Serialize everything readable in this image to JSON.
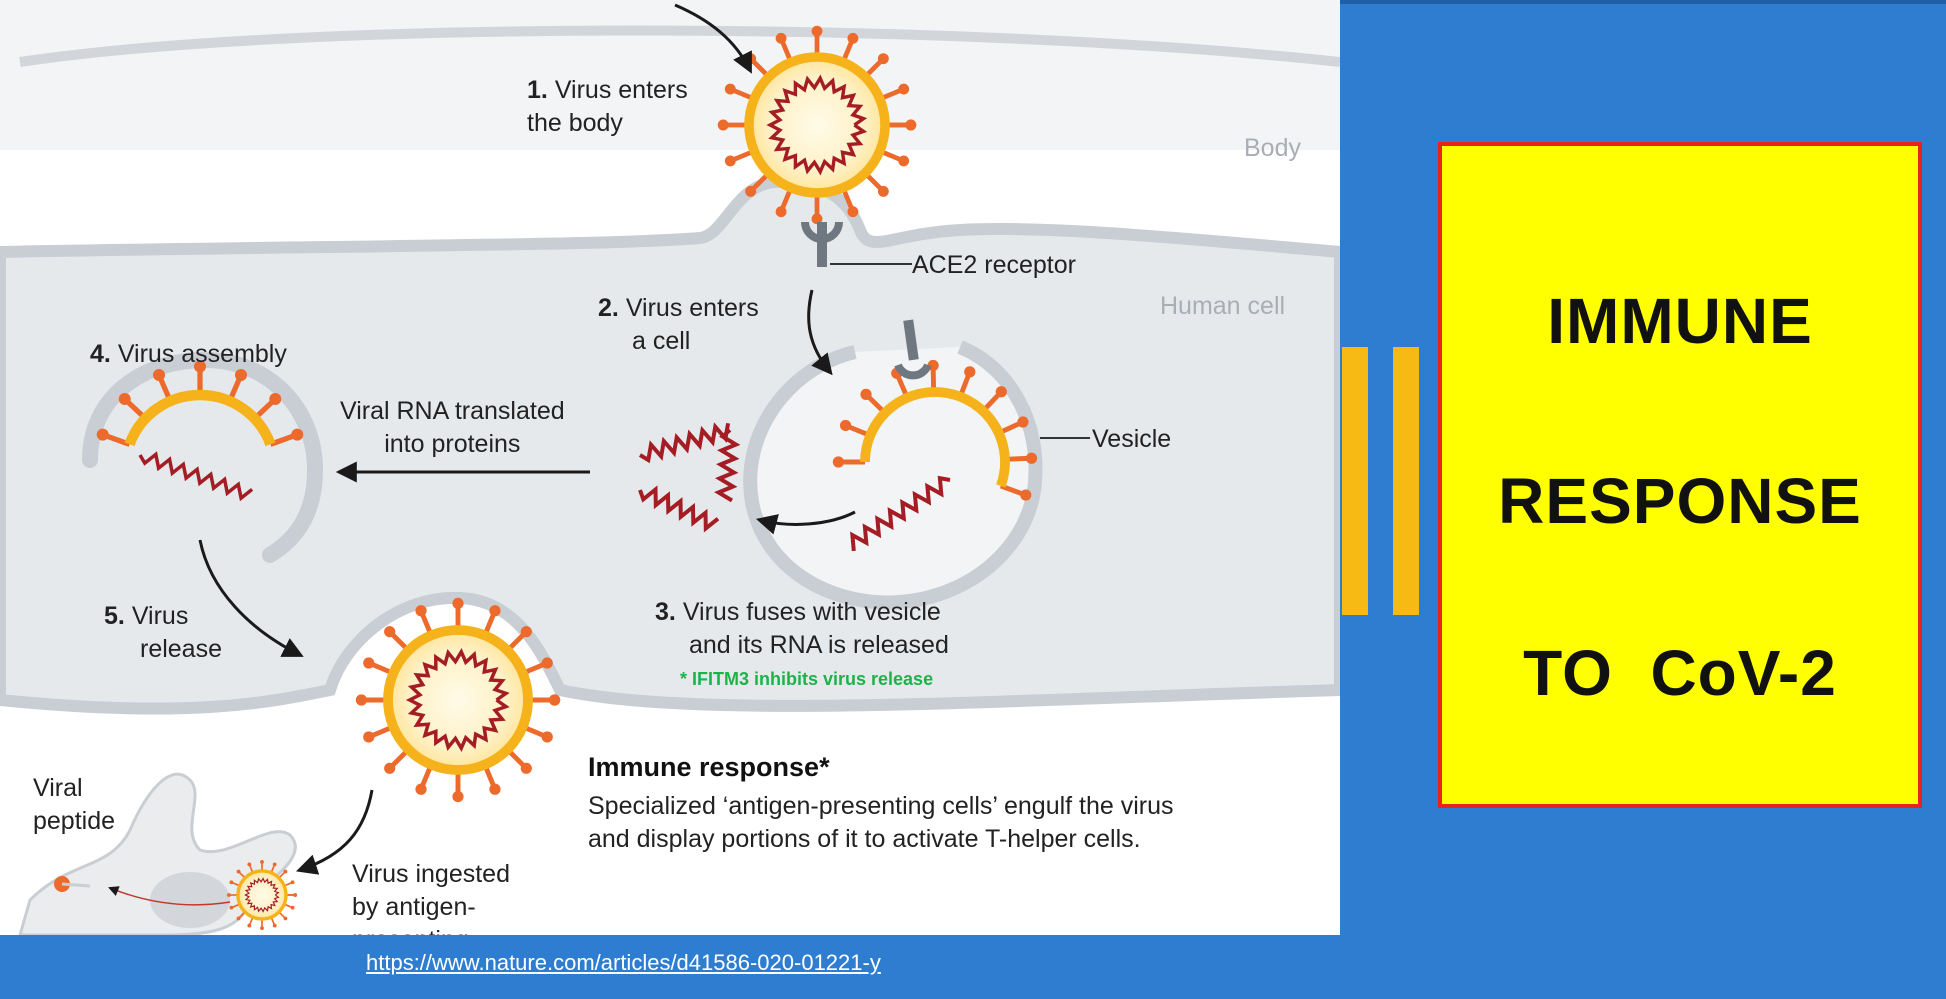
{
  "diagram": {
    "step1_num": "1.",
    "step1_line1": "Virus enters",
    "step1_line2": "the body",
    "region_body": "Body",
    "receptor_label": "ACE2 receptor",
    "region_cell": "Human cell",
    "step2_num": "2.",
    "step2_line1": "Virus enters",
    "step2_line2": "a cell",
    "step4_num": "4.",
    "step4_text": "Virus assembly",
    "translation_line1": "Viral RNA translated",
    "translation_line2": "into proteins",
    "vesicle_label": "Vesicle",
    "step5_num": "5.",
    "step5_line1": "Virus",
    "step5_line2": "release",
    "step3_num": "3.",
    "step3_line1": "Virus fuses with vesicle",
    "step3_line2": "and its RNA is released",
    "ifitm3_note": "* IFITM3  inhibits virus release",
    "immune_heading": "Immune response*",
    "immune_line1": "Specialized ‘antigen-presenting cells’ engulf the virus",
    "immune_line2": "and display portions of it to activate T-helper cells.",
    "peptide_line1": "Viral",
    "peptide_line2": "peptide",
    "ingested_line1": "Virus ingested",
    "ingested_line2": "by antigen-",
    "ingested_line3": "presenting"
  },
  "title": {
    "line1": "IMMUNE",
    "line2": "RESPONSE",
    "line3": "TO  CoV-2"
  },
  "source_link": "https://www.nature.com/articles/d41586-020-01221-y",
  "colors": {
    "background": "#2e7dd1",
    "title_box": "#ffff00",
    "title_border": "#e8231a",
    "accent_bars": "#f7b913",
    "virus_envelope": "#f5b21b",
    "spike": "#ec6a2c",
    "rna": "#a51d24",
    "membrane": "#c9ced4",
    "ifitm3_text": "#1db34a"
  }
}
